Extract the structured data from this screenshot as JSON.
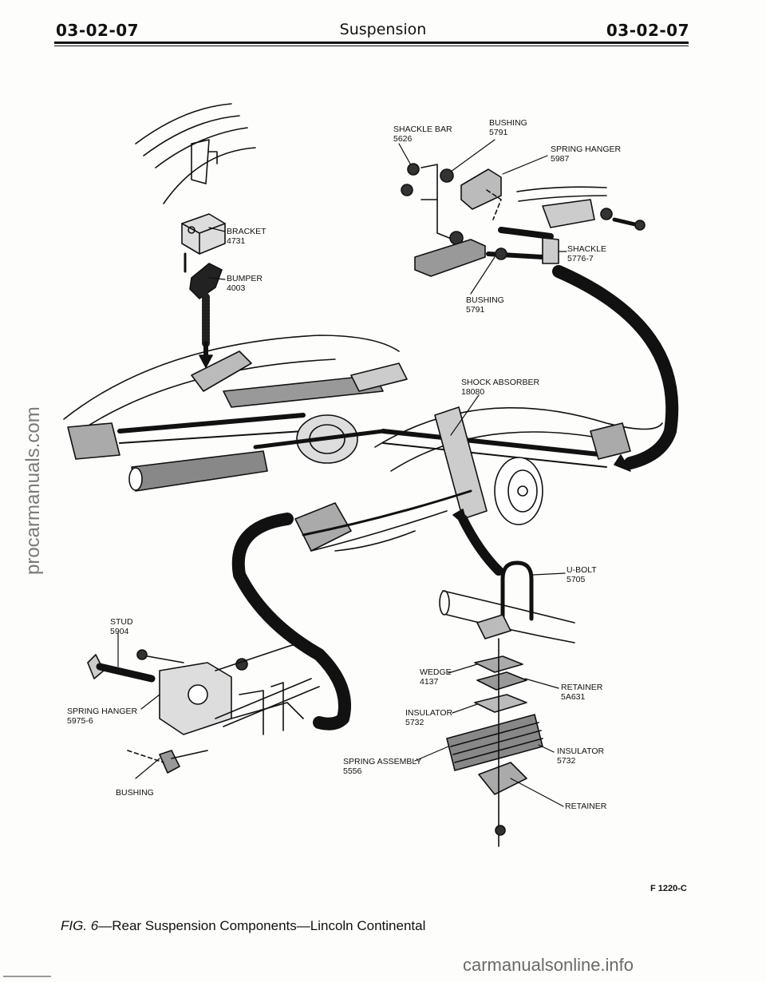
{
  "header": {
    "left_code": "03-02-07",
    "title": "Suspension",
    "right_code": "03-02-07"
  },
  "side_watermark": "procarmanuals.com",
  "labels": {
    "shackle_bar": {
      "name": "SHACKLE BAR",
      "part": "5626"
    },
    "bushing_top": {
      "name": "BUSHING",
      "part": "5791"
    },
    "spring_hanger_top": {
      "name": "SPRING HANGER",
      "part": "5987"
    },
    "bracket": {
      "name": "BRACKET",
      "part": "4731"
    },
    "bumper": {
      "name": "BUMPER",
      "part": "4003"
    },
    "shackle": {
      "name": "SHACKLE",
      "part": "5776-7"
    },
    "bushing_mid": {
      "name": "BUSHING",
      "part": "5791"
    },
    "shock_absorber": {
      "name": "SHOCK ABSORBER",
      "part": "18080"
    },
    "u_bolt": {
      "name": "U-BOLT",
      "part": "5705"
    },
    "stud": {
      "name": "STUD",
      "part": "5904"
    },
    "spring_hanger_bottom": {
      "name": "SPRING HANGER",
      "part": "5975-6"
    },
    "bushing_bottom": {
      "name": "BUSHING"
    },
    "wedge": {
      "name": "WEDGE",
      "part": "4137"
    },
    "retainer_top": {
      "name": "RETAINER",
      "part": "5A631"
    },
    "insulator_left": {
      "name": "INSULATOR",
      "part": "5732"
    },
    "spring_assembly": {
      "name": "SPRING ASSEMBLY",
      "part": "5556"
    },
    "insulator_right": {
      "name": "INSULATOR",
      "part": "5732"
    },
    "retainer_bottom": {
      "name": "RETAINER"
    }
  },
  "figure_code": "F 1220-C",
  "caption": {
    "fig": "FIG. 6",
    "text": "—Rear Suspension Components—Lincoln Continental"
  },
  "footer_watermark": "carmanualsonline.info"
}
